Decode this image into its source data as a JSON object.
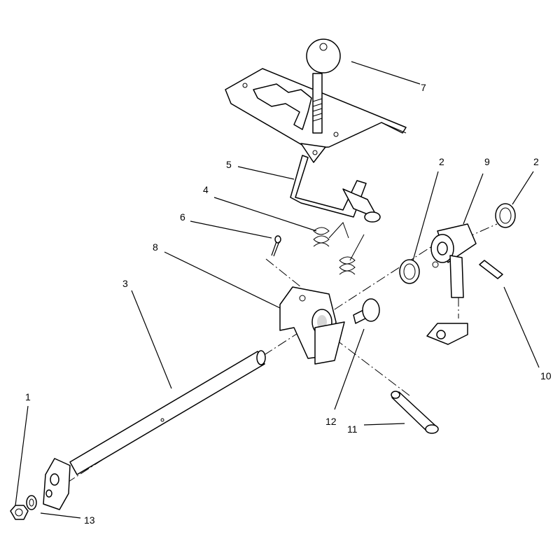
{
  "callouts": [
    {
      "id": "c1",
      "text": "1"
    },
    {
      "id": "c2a",
      "text": "2"
    },
    {
      "id": "c2b",
      "text": "2"
    },
    {
      "id": "c3",
      "text": "3"
    },
    {
      "id": "c4",
      "text": "4"
    },
    {
      "id": "c5",
      "text": "5"
    },
    {
      "id": "c6",
      "text": "6"
    },
    {
      "id": "c7",
      "text": "7"
    },
    {
      "id": "c8",
      "text": "8"
    },
    {
      "id": "c9",
      "text": "9"
    },
    {
      "id": "c10",
      "text": "10"
    },
    {
      "id": "c11",
      "text": "11"
    },
    {
      "id": "c12",
      "text": "12"
    },
    {
      "id": "c13",
      "text": "13"
    }
  ]
}
